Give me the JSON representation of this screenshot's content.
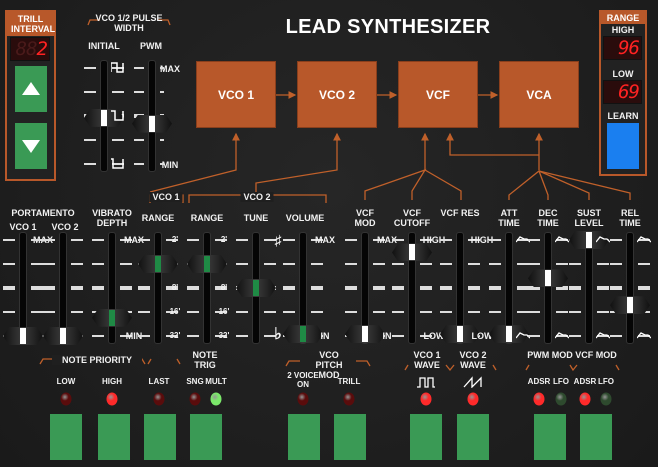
{
  "title": "LEAD SYNTHESIZER",
  "trill": {
    "header": "TRILL INTERVAL",
    "display": "2",
    "display_ghost": "88",
    "up_icon": "triangle-up",
    "down_icon": "triangle-down"
  },
  "range": {
    "header": "RANGE",
    "high_label": "HIGH",
    "high_value": "96",
    "low_label": "LOW",
    "low_value": "69",
    "learn_label": "LEARN",
    "learn_color": "#1a7ff0"
  },
  "blocks": [
    "VCO 1",
    "VCO 2",
    "VCF",
    "VCA"
  ],
  "colors": {
    "accent": "#b8582a",
    "button": "#3a9a55",
    "led_red_on": "#ff2a2a",
    "led_red_off": "#5a0c0c",
    "led_green_on": "#7be86a",
    "led_green_off": "#2e4a2e"
  },
  "pulse_width": {
    "heading": "VCO 1/2 PULSE WIDTH",
    "initial_label": "INITIAL",
    "pwm_label": "PWM",
    "max": "MAX",
    "min": "MIN",
    "initial_value": 0.48,
    "pwm_value": 0.42
  },
  "group_labels": {
    "vco1": "VCO 1",
    "vco2": "VCO 2"
  },
  "sliders": [
    {
      "id": "portamento-vco1",
      "label": "VCO 1",
      "value": 0.0,
      "thumb": "white"
    },
    {
      "id": "portamento-vco2",
      "label": "VCO 2",
      "value": 0.0,
      "thumb": "white"
    },
    {
      "id": "vibrato-depth",
      "label": "VIBRATO DEPTH",
      "value": 0.19,
      "thumb": "green",
      "top": "MAX",
      "bottom": "MIN"
    },
    {
      "id": "vco1-range",
      "label": "RANGE",
      "value": 0.75,
      "thumb": "green",
      "scale": [
        "2'",
        "",
        "8'",
        "16'",
        "32'"
      ]
    },
    {
      "id": "vco2-range",
      "label": "RANGE",
      "value": 0.75,
      "thumb": "green",
      "scale": [
        "2'",
        "",
        "8'",
        "16'",
        "32'"
      ]
    },
    {
      "id": "tune",
      "label": "TUNE",
      "value": 0.5,
      "thumb": "green",
      "top": "♯",
      "bottom": "♭"
    },
    {
      "id": "volume",
      "label": "VOLUME",
      "value": 0.02,
      "thumb": "green",
      "top": "MAX",
      "bottom": "IN"
    },
    {
      "id": "vcf-mod",
      "label": "VCF MOD",
      "value": 0.02,
      "thumb": "white",
      "top": "MAX",
      "bottom": "IN"
    },
    {
      "id": "vcf-cutoff",
      "label": "VCF CUTOFF",
      "value": 0.87,
      "thumb": "white",
      "top": "HIGH",
      "bottom": "LOW"
    },
    {
      "id": "vcf-res",
      "label": "VCF RES",
      "value": 0.02,
      "thumb": "white",
      "top": "HIGH",
      "bottom": "LOW"
    },
    {
      "id": "att-time",
      "label": "ATT TIME",
      "value": 0.02,
      "thumb": "white"
    },
    {
      "id": "dec-time",
      "label": "DEC TIME",
      "value": 0.6,
      "thumb": "white"
    },
    {
      "id": "sust-level",
      "label": "SUST LEVEL",
      "value": 1.0,
      "thumb": "white"
    },
    {
      "id": "rel-time",
      "label": "REL TIME",
      "value": 0.32,
      "thumb": "white"
    }
  ],
  "portamento_label": "PORTAMENTO",
  "portamento_max": "MAX",
  "bottom": {
    "groups": [
      "NOTE PRIORITY",
      "NOTE TRIG",
      "VCO PITCH MOD",
      "VCO 1 WAVE",
      "VCO 2 WAVE",
      "PWM MOD",
      "VCF MOD"
    ],
    "leds": [
      {
        "label": "LOW",
        "color": "red",
        "on": false
      },
      {
        "label": "HIGH",
        "color": "red",
        "on": true
      },
      {
        "label": "LAST",
        "color": "red",
        "on": false
      },
      {
        "label": "SNG",
        "color": "red",
        "on": false
      },
      {
        "label": "MULT",
        "color": "green",
        "on": true
      },
      {
        "label": "2 VOICE ON",
        "color": "red",
        "on": false
      },
      {
        "label": "TRILL",
        "color": "red",
        "on": false
      },
      {
        "label": "square-wave-icon",
        "color": "red",
        "on": true
      },
      {
        "label": "sawtooth-wave-icon",
        "color": "red",
        "on": true
      },
      {
        "label": "ADSR",
        "color": "red",
        "on": true
      },
      {
        "label": "LFO",
        "color": "green",
        "on": false
      },
      {
        "label": "ADSR",
        "color": "red",
        "on": true
      },
      {
        "label": "LFO",
        "color": "green",
        "on": false
      }
    ],
    "buttons": [
      "note-priority-low",
      "note-priority-high",
      "note-priority-last",
      "note-trig",
      "pitch-mod-2voice",
      "pitch-mod-trill",
      "vco1-wave",
      "vco2-wave",
      "pwm-mod",
      "vcf-mod"
    ]
  }
}
